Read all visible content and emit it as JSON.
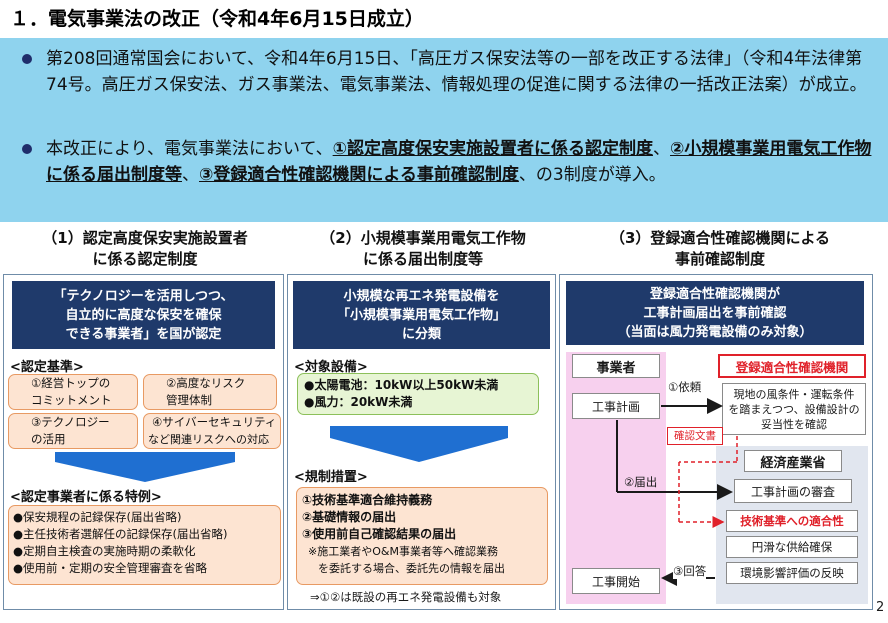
{
  "title": "１．電気事業法の改正（令和4年6月15日成立）",
  "summary": {
    "bullet1": "第208回通常国会において、令和4年6月15日、「高圧ガス保安法等の一部を改正する法律」（令和4年法律第74号。高圧ガス保安法、ガス事業法、電気事業法、情報処理の促進に関する法律の一括改正法案）が成立。",
    "bullet2_pre": "本改正により、電気事業法において、",
    "bullet2_b1": "①認定高度保安実施設置者に係る認定制度",
    "bullet2_sep1": "、",
    "bullet2_b2": "②小規模事業用電気工作物に係る届出制度等",
    "bullet2_sep2": "、",
    "bullet2_b3": "③登録適合性確認機関による事前確認制度",
    "bullet2_post": "、の3制度が導入。"
  },
  "col1": {
    "head1": "（1）認定高度保安実施設置者",
    "head2": "に係る認定制度",
    "banner": [
      "「テクノロジーを活用しつつ、",
      "自立的に高度な保安を確保",
      "できる事業者」を国が認定"
    ],
    "criteria_label": "<認定基準>",
    "criteria": [
      [
        "①経営トップの",
        "コミットメント"
      ],
      [
        "②高度なリスク",
        "管理体制"
      ],
      [
        "③テクノロジー",
        "の活用"
      ],
      [
        "④サイバーセキュリティ",
        "など関連リスクへの対応"
      ]
    ],
    "special_label": "<認定事業者に係る特例>",
    "special": [
      "●保安規程の記録保存(届出省略)",
      "●主任技術者選解任の記録保存(届出省略)",
      "●定期自主検査の実施時期の柔軟化",
      "●使用前・定期の安全管理審査を省略"
    ]
  },
  "col2": {
    "head1": "（2）小規模事業用電気工作物",
    "head2": "に係る届出制度等",
    "banner": [
      "小規模な再エネ発電設備を",
      "「小規模事業用電気工作物」",
      "に分類"
    ],
    "target_label": "<対象設備>",
    "targets": [
      "●太陽電池：10kW以上50kW未満",
      "●風力：20kW未満"
    ],
    "measure_label": "<規制措置>",
    "measures": [
      "①技術基準適合維持義務",
      "②基礎情報の届出",
      "③使用前自己確認結果の届出"
    ],
    "measure_note": [
      "※施工業者やO&M事業者等へ確認業務",
      "を委託する場合、委託先の情報を届出"
    ],
    "footnote": "⇒①②は既設の再エネ発電設備も対象"
  },
  "col3": {
    "head1": "（3）登録適合性確認機関による",
    "head2": "事前確認制度",
    "banner": [
      "登録適合性確認機関が",
      "工事計画届出を事前確認",
      "（当面は風力発電設備のみ対象）"
    ],
    "jigyosha": "事業者",
    "kikan": "登録適合性確認機関",
    "koji_keikaku": "工事計画",
    "irai": "①依頼",
    "kikan_note": [
      "現地の風条件・運転条件",
      "を踏まえつつ、設備設計の",
      "妥当性を確認"
    ],
    "kakunin_bunsho": "確認文書",
    "meti": "経済産業省",
    "todokede": "②届出",
    "shinsa": "工事計画の審査",
    "checks": [
      "技術基準への適合性",
      "円滑な供給確保",
      "環境影響評価の反映"
    ],
    "kaito": "③回答",
    "koji_kaishi": "工事開始"
  },
  "page_number": "2",
  "colors": {
    "navy": "#1f3a6b",
    "summary_bg": "#8fd3ee",
    "orange_box": "#fde4d2",
    "green_box": "#e7f5d4",
    "arrow_blue": "#1f6fd1",
    "pink_band": "#f7d0ee",
    "red": "#e0212a"
  }
}
